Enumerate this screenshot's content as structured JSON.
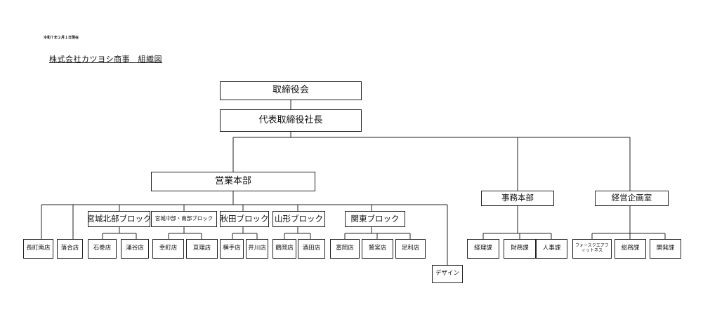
{
  "header": {
    "date": "令和７年２月１日現在",
    "title": "株式会社カツヨシ商事　組織図"
  },
  "nodes": {
    "board": "取締役会",
    "president": "代表取締役社長",
    "sales_hq": "営業本部",
    "admin_hq": "事務本部",
    "planning": "経営企画室",
    "nagamachi": "長町南店",
    "ochiai": "落合店",
    "miyagi_north": "宮城北部ブロック",
    "ishinomaki": "石巻店",
    "wakuya": "涌谷店",
    "miyagi_central_south": "宮城中部・南部ブロック",
    "saiwaicho": "幸町店",
    "watari": "亘理店",
    "akita": "秋田ブロック",
    "yokote": "横手店",
    "ikawa": "井川店",
    "yamagata": "山形ブロック",
    "tsuruoka": "鶴岡店",
    "sakata": "酒田店",
    "kanto": "関東ブロック",
    "tomioka": "富岡店",
    "washinomiya": "鷲宮店",
    "ashikaga": "足利店",
    "design": "デザイン",
    "keiri": "経理課",
    "zaimu": "財務課",
    "jinji": "人事課",
    "fitness": "フォースクエアフィットネス",
    "somu": "総務課",
    "kaihatsu": "開発課"
  }
}
